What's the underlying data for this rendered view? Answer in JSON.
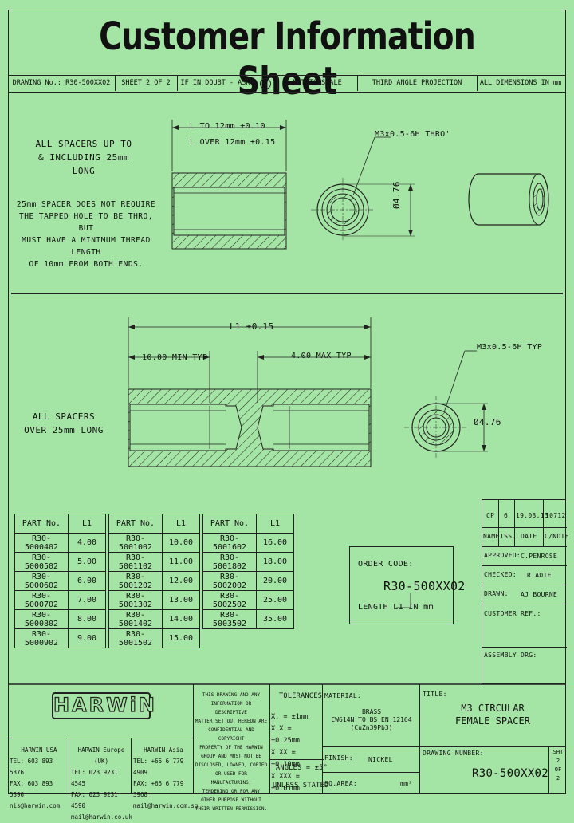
{
  "title": "Customer Information Sheet",
  "header": {
    "drawing_no": "DRAWING No.:  R30-500XX02",
    "sheet": "SHEET 2 OF 2",
    "doubt": "IF IN DOUBT - ASK",
    "copyright": "C",
    "scale": "NOT TO SCALE",
    "projection": "THIRD ANGLE PROJECTION",
    "dims": "ALL DIMENSIONS IN mm"
  },
  "top_section": {
    "note1": [
      "ALL SPACERS UP TO",
      "& INCLUDING 25mm LONG"
    ],
    "note2": [
      "25mm SPACER DOES NOT REQUIRE",
      "THE TAPPED HOLE TO BE THRO, BUT",
      "MUST HAVE A MINIMUM THREAD LENGTH",
      "OF 10mm FROM BOTH ENDS."
    ],
    "dim_l1": "L  TO 12mm ±0.10",
    "dim_l2": "L  OVER 12mm ±0.15",
    "thread": "M3x0.5-6H THRO'",
    "diameter": "Ø4.76"
  },
  "bottom_section": {
    "note": [
      "ALL SPACERS",
      "OVER 25mm LONG"
    ],
    "dim_l1": "L1 ±0.15",
    "dim_min": "10.00 MIN TYP",
    "dim_max": "4.00 MAX TYP",
    "thread": "M3x0.5-6H TYP",
    "diameter": "Ø4.76"
  },
  "parts_tables": [
    {
      "headers": [
        "PART No.",
        "L1"
      ],
      "rows": [
        [
          "R30-5000402",
          "4.00"
        ],
        [
          "R30-5000502",
          "5.00"
        ],
        [
          "R30-5000602",
          "6.00"
        ],
        [
          "R30-5000702",
          "7.00"
        ],
        [
          "R30-5000802",
          "8.00"
        ],
        [
          "R30-5000902",
          "9.00"
        ]
      ]
    },
    {
      "headers": [
        "PART No.",
        "L1"
      ],
      "rows": [
        [
          "R30-5001002",
          "10.00"
        ],
        [
          "R30-5001102",
          "11.00"
        ],
        [
          "R30-5001202",
          "12.00"
        ],
        [
          "R30-5001302",
          "13.00"
        ],
        [
          "R30-5001402",
          "14.00"
        ],
        [
          "R30-5001502",
          "15.00"
        ]
      ]
    },
    {
      "headers": [
        "PART No.",
        "L1"
      ],
      "rows": [
        [
          "R30-5001602",
          "16.00"
        ],
        [
          "R30-5001802",
          "18.00"
        ],
        [
          "R30-5002002",
          "20.00"
        ],
        [
          "R30-5002502",
          "25.00"
        ],
        [
          "R30-5003502",
          "35.00"
        ]
      ]
    }
  ],
  "order_code": {
    "label": "ORDER CODE:",
    "code": "R30-500XX02",
    "length": "LENGTH L1 IN mm"
  },
  "revision": {
    "row": [
      "CP",
      "6",
      "19.03.13",
      "10712"
    ],
    "headers": [
      "NAME",
      "ISS.",
      "DATE",
      "C/NOTE"
    ],
    "approved": "APPROVED:",
    "approved_by": "C.PENROSE",
    "checked": "CHECKED:",
    "checked_by": "R.ADIE",
    "drawn": "DRAWN:",
    "drawn_by": "AJ BOURNE",
    "customer_ref": "CUSTOMER REF.:",
    "assembly_drg": "ASSEMBLY DRG:"
  },
  "footer": {
    "logo": "HARWiN",
    "contacts": [
      [
        "HARWIN USA",
        "TEL: 603 893 5376",
        "FAX: 603 893 5396",
        "nis@harwin.com"
      ],
      [
        "HARWIN Europe (UK)",
        "TEL: 023 9231 4545",
        "FAX: 023 9231 4590",
        "mail@harwin.co.uk"
      ],
      [
        "HARWIN Asia",
        "TEL: +65 6 779 4909",
        "FAX: +65 6 779 3968",
        "mail@harwin.com.sg"
      ]
    ],
    "confidential": [
      "THIS DRAWING AND ANY",
      "INFORMATION OR DESCRIPTIVE",
      "MATTER SET OUT HEREON ARE",
      "CONFIDENTIAL AND COPYRIGHT",
      "PROPERTY OF THE HARWIN",
      "GROUP AND MUST NOT BE",
      "DISCLOSED, LOANED, COPIED",
      "OR USED FOR MANUFACTURING,",
      "TENDERING OR FOR ANY",
      "OTHER PURPOSE WITHOUT",
      "THEIR WRITTEN PERMISSION."
    ],
    "tolerances": {
      "label": "TOLERANCES",
      "rows": [
        "X.   = ±1mm",
        "X.X  = ±0.25mm",
        "X.XX = ±0.10mm",
        "X.XXX = ±0.01mm"
      ],
      "angles": "ANGLES = ±5°",
      "unless": "UNLESS STATED"
    },
    "material_label": "MATERIAL:",
    "material": [
      "BRASS",
      "CW614N TO BS EN 12164",
      "(CuZn39Pb3)"
    ],
    "finish_label": "FINISH:",
    "finish": "NICKEL",
    "sq_area_label": "SQ.AREA:",
    "sq_area": "mm²",
    "title_label": "TITLE:",
    "title_value": [
      "M3 CIRCULAR",
      "FEMALE SPACER"
    ],
    "drawing_number_label": "DRAWING NUMBER:",
    "drawing_number": "R30-500XX02",
    "sht_label": "SHT",
    "sht_value": [
      "2",
      "OF",
      "2"
    ]
  }
}
